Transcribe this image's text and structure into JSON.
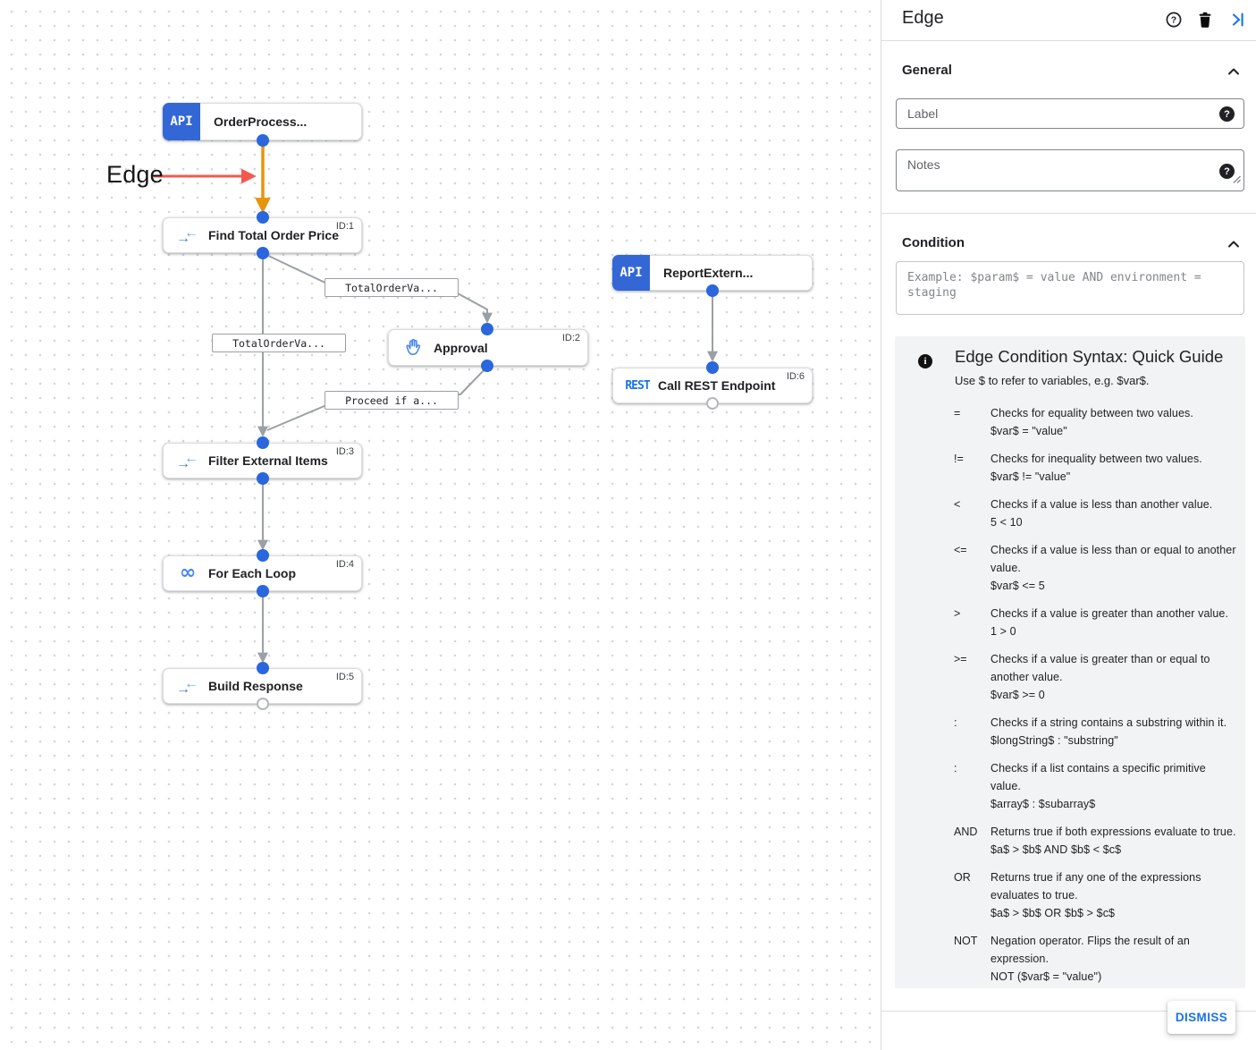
{
  "canvas": {
    "annotation_label": "Edge",
    "icon_texts": {
      "api": "API",
      "rest": "REST"
    },
    "nodes": {
      "order_trigger": {
        "title": "OrderProcess..."
      },
      "find_total": {
        "title": "Find Total Order Price",
        "id_label": "ID:1"
      },
      "approval": {
        "title": "Approval",
        "id_label": "ID:2"
      },
      "filter_external": {
        "title": "Filter External Items",
        "id_label": "ID:3"
      },
      "for_each": {
        "title": "For Each Loop",
        "id_label": "ID:4"
      },
      "build_response": {
        "title": "Build Response",
        "id_label": "ID:5"
      },
      "report_trigger": {
        "title": "ReportExtern..."
      },
      "call_rest": {
        "title": "Call REST Endpoint",
        "id_label": "ID:6"
      }
    },
    "edge_labels": {
      "to_approval": "TotalOrderVa...",
      "to_filter": "TotalOrderVa...",
      "from_approval": "Proceed if a..."
    },
    "loop_glyph": "∞",
    "arrow_right_glyph": "→",
    "arrow_left_glyph": "←"
  },
  "panel": {
    "title": "Edge",
    "sections": {
      "general": "General",
      "condition": "Condition"
    },
    "fields": {
      "label_placeholder": "Label",
      "notes_placeholder": "Notes",
      "condition_placeholder": "Example: $param$ = value AND environment = staging",
      "help_glyph": "?"
    },
    "guide": {
      "title": "Edge Condition Syntax: Quick Guide",
      "intro": "Use $ to refer to variables, e.g. $var$.",
      "info_glyph": "i",
      "rows": [
        {
          "op": "=",
          "desc": "Checks for equality between two values.",
          "example": "$var$ = \"value\""
        },
        {
          "op": "!=",
          "desc": "Checks for inequality between two values.",
          "example": "$var$ != \"value\""
        },
        {
          "op": "<",
          "desc": "Checks if a value is less than another value.",
          "example": "5 < 10"
        },
        {
          "op": "<=",
          "desc": "Checks if a value is less than or equal to another value.",
          "example": "$var$ <= 5"
        },
        {
          "op": ">",
          "desc": "Checks if a value is greater than another value.",
          "example": "1 > 0"
        },
        {
          "op": ">=",
          "desc": "Checks if a value is greater than or equal to another value.",
          "example": "$var$ >= 0"
        },
        {
          "op": ":",
          "desc": "Checks if a string contains a substring within it.",
          "example": "$longString$ : \"substring\""
        },
        {
          "op": ":",
          "desc": "Checks if a list contains a specific primitive value.",
          "example": "$array$ : $subarray$"
        },
        {
          "op": "AND",
          "desc": "Returns true if both expressions evaluate to true.",
          "example": "$a$ > $b$ AND $b$ < $c$"
        },
        {
          "op": "OR",
          "desc": "Returns true if any one of the expressions evaluates to true.",
          "example": "$a$ > $b$ OR $b$ > $c$"
        },
        {
          "op": "NOT",
          "desc": "Negation operator. Flips the result of an expression.",
          "example": "NOT ($var$ = \"value\")"
        }
      ]
    },
    "dismiss_label": "DISMISS"
  },
  "colors": {
    "accent_blue": "#1a73e8",
    "port_blue": "#2a66dd",
    "api_chip_blue": "#3367d6",
    "edge_gray": "#9aa0a6",
    "selected_edge_orange": "#e8930c",
    "annotation_red": "#f4594e",
    "guide_bg": "#f1f3f4"
  }
}
